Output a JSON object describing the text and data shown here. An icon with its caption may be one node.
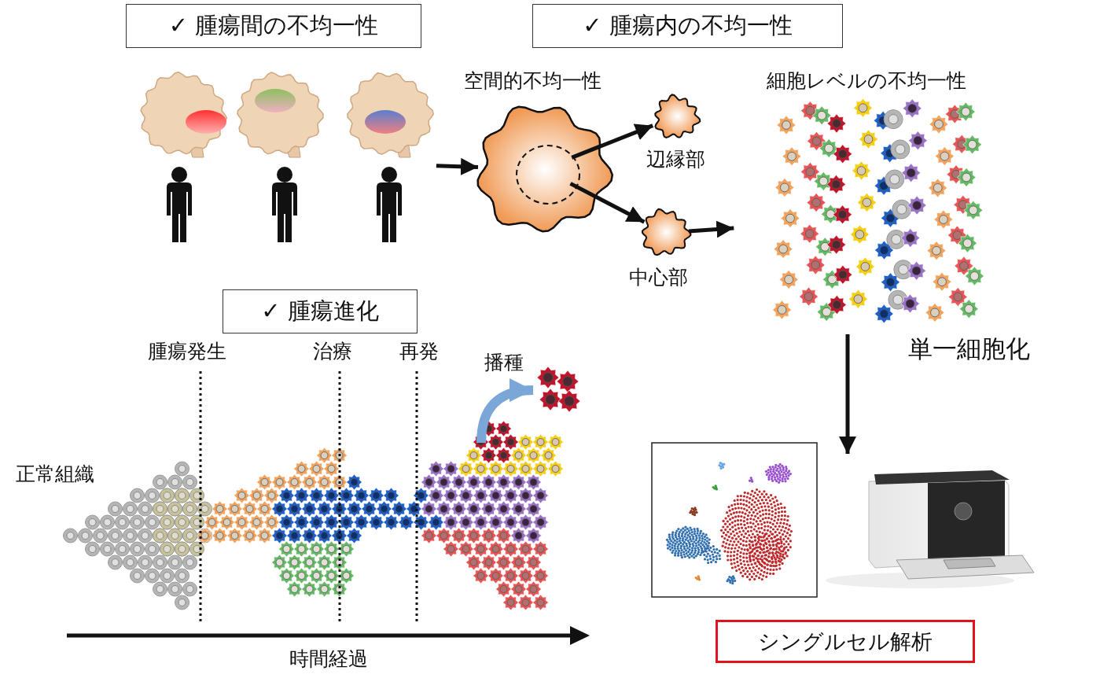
{
  "diagram": {
    "nodes": [
      {
        "text": [
          "✓ 腫瘍間の不均一性"
        ]
      },
      {
        "text": [
          "✓ 腫瘍内の不均一性"
        ]
      },
      {
        "text": [],
        "shape": "picture"
      },
      {
        "text": [
          "空間的不均一性"
        ]
      },
      {
        "text": [
          "辺縁部"
        ]
      },
      {
        "text": [
          "中心部"
        ]
      },
      {
        "text": [
          "細胞レベルの不均一性"
        ],
        "beside": [
          "単一細胞化"
        ]
      },
      {
        "text": [],
        "shape": "picture"
      },
      {
        "text": [],
        "shape": "picture"
      },
      {
        "text": [
          "シングルセル解析"
        ]
      },
      {
        "text": [
          "✓ 腫瘍進化"
        ]
      },
      {
        "text": [],
        "shape": "picture"
      },
      {
        "text": [],
        "shape": "picture"
      }
    ],
    "edges": [
      {
        "from": 2,
        "to": 3,
        "arrow": "to"
      },
      {
        "from": 3,
        "to": 4,
        "arrow": "to"
      },
      {
        "from": 3,
        "to": 5,
        "arrow": "to"
      },
      {
        "from": 5,
        "to": 6,
        "arrow": "to"
      },
      {
        "from": 6,
        "to": 8,
        "arrow": "to"
      },
      {
        "from": 11,
        "to": 12,
        "arrow": "to",
        "label": "播種",
        "style": "thick",
        "color": "#7aa6d8"
      }
    ],
    "labels": [
      "腫瘍発生",
      "治療",
      "再発",
      "正常組織",
      "時間経過"
    ]
  }
}
